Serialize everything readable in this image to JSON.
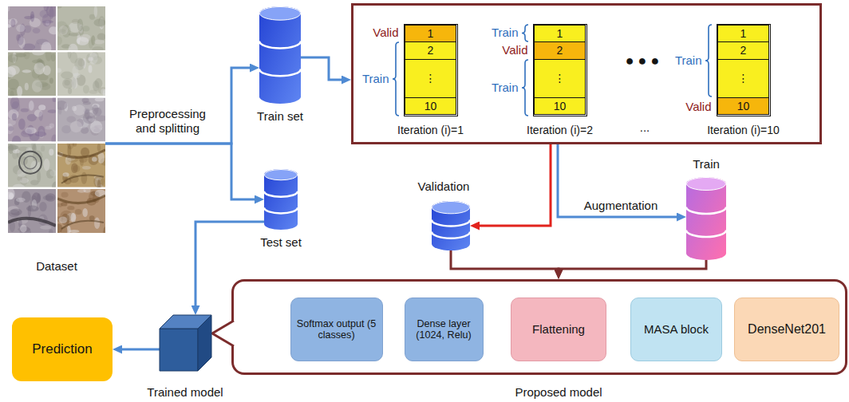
{
  "diagram": {
    "nodes": [
      {
        "text": [
          "Dataset"
        ]
      },
      {
        "text": [
          "Train set"
        ]
      },
      {
        "text": [
          "Test set"
        ]
      },
      {
        "text": [
          "● ● ●",
          "..."
        ]
      },
      {
        "text": [
          "Valid",
          "Train",
          "Iteration (i)=1"
        ],
        "in": 3
      },
      {
        "text": [
          "1"
        ],
        "in": 4
      },
      {
        "text": [
          "2"
        ],
        "in": 4
      },
      {
        "text": [
          "⋮"
        ],
        "in": 4
      },
      {
        "text": [
          "10"
        ],
        "in": 4
      },
      {
        "text": [
          "Train",
          "Valid",
          "Train",
          "Iteration (i)=2"
        ],
        "in": 3
      },
      {
        "text": [
          "1"
        ],
        "in": 9
      },
      {
        "text": [
          "2"
        ],
        "in": 9
      },
      {
        "text": [
          "⋮"
        ],
        "in": 9
      },
      {
        "text": [
          "10"
        ],
        "in": 9
      },
      {
        "text": [
          "Train",
          "Valid",
          "Iteration (i)=10"
        ],
        "in": 3
      },
      {
        "text": [
          "1"
        ],
        "in": 14
      },
      {
        "text": [
          "2"
        ],
        "in": 14
      },
      {
        "text": [
          "⋮"
        ],
        "in": 14
      },
      {
        "text": [
          "10"
        ],
        "in": 14
      },
      {
        "text": [
          "Validation"
        ]
      },
      {
        "text": [
          "Train"
        ]
      },
      {
        "text": [
          "Proposed model"
        ]
      },
      {
        "text": [
          "Softmax output (5 classes)"
        ],
        "in": 21
      },
      {
        "text": [
          "Dense layer (1024, Relu)"
        ],
        "in": 21
      },
      {
        "text": [
          "Flattening"
        ],
        "in": 21
      },
      {
        "text": [
          "MASA block"
        ],
        "in": 21
      },
      {
        "text": [
          "DenseNet201"
        ],
        "in": 21
      },
      {
        "text": [
          "Trained model"
        ]
      },
      {
        "text": [
          "Prediction"
        ]
      }
    ],
    "edges": [
      {
        "from": 0,
        "to": 1,
        "arrow": "to",
        "label": "Preprocessing and splitting"
      },
      {
        "from": 0,
        "to": 2,
        "arrow": "to"
      },
      {
        "from": 1,
        "to": 3,
        "arrow": "to"
      },
      {
        "from": 3,
        "to": 19,
        "arrow": "to"
      },
      {
        "from": 3,
        "to": 20,
        "arrow": "to",
        "label": "Augmentation"
      },
      {
        "from": 19,
        "to": 21,
        "arrow": "to"
      },
      {
        "from": 20,
        "to": 21,
        "arrow": "to"
      },
      {
        "from": 26,
        "to": 25,
        "arrow": "to"
      },
      {
        "from": 25,
        "to": 24,
        "arrow": "to"
      },
      {
        "from": 24,
        "to": 23,
        "arrow": "to"
      },
      {
        "from": 23,
        "to": 22,
        "arrow": "to"
      },
      {
        "from": 2,
        "to": 27,
        "arrow": "to"
      },
      {
        "from": 27,
        "to": 28,
        "arrow": "to"
      }
    ]
  }
}
